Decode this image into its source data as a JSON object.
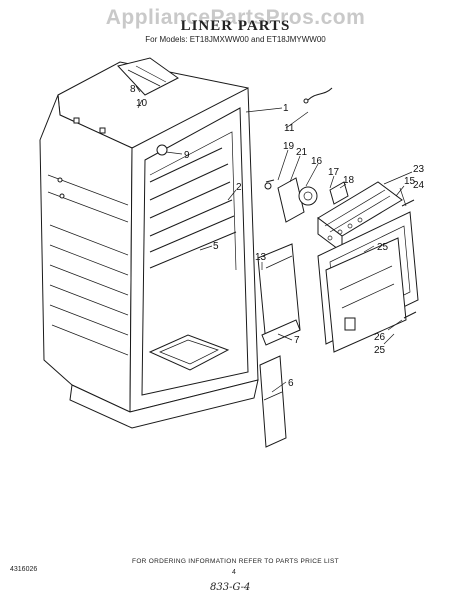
{
  "header": {
    "watermark": "AppliancePartsPros.com",
    "title": "LINER PARTS",
    "models": "For Models: ET18JMXWW00 and ET18JMYWW00"
  },
  "callouts": [
    {
      "id": "c1",
      "label": "1"
    },
    {
      "id": "c2",
      "label": "2"
    },
    {
      "id": "c5",
      "label": "5"
    },
    {
      "id": "c6",
      "label": "6"
    },
    {
      "id": "c7",
      "label": "7"
    },
    {
      "id": "c8",
      "label": "8"
    },
    {
      "id": "c9",
      "label": "9"
    },
    {
      "id": "c10",
      "label": "10"
    },
    {
      "id": "c11",
      "label": "11"
    },
    {
      "id": "c13",
      "label": "13"
    },
    {
      "id": "c15",
      "label": "15"
    },
    {
      "id": "c16",
      "label": "16"
    },
    {
      "id": "c17",
      "label": "17"
    },
    {
      "id": "c18",
      "label": "18"
    },
    {
      "id": "c19",
      "label": "19"
    },
    {
      "id": "c21",
      "label": "21"
    },
    {
      "id": "c23",
      "label": "23"
    },
    {
      "id": "c24",
      "label": "24"
    },
    {
      "id": "c25a",
      "label": "25"
    },
    {
      "id": "c26",
      "label": "26"
    },
    {
      "id": "c25b",
      "label": "25"
    }
  ],
  "footer": {
    "ordering_note": "FOR ORDERING INFORMATION REFER TO PARTS PRICE LIST",
    "doc_number": "4316026",
    "page_number": "4",
    "handwritten_note": "833-G-4"
  }
}
